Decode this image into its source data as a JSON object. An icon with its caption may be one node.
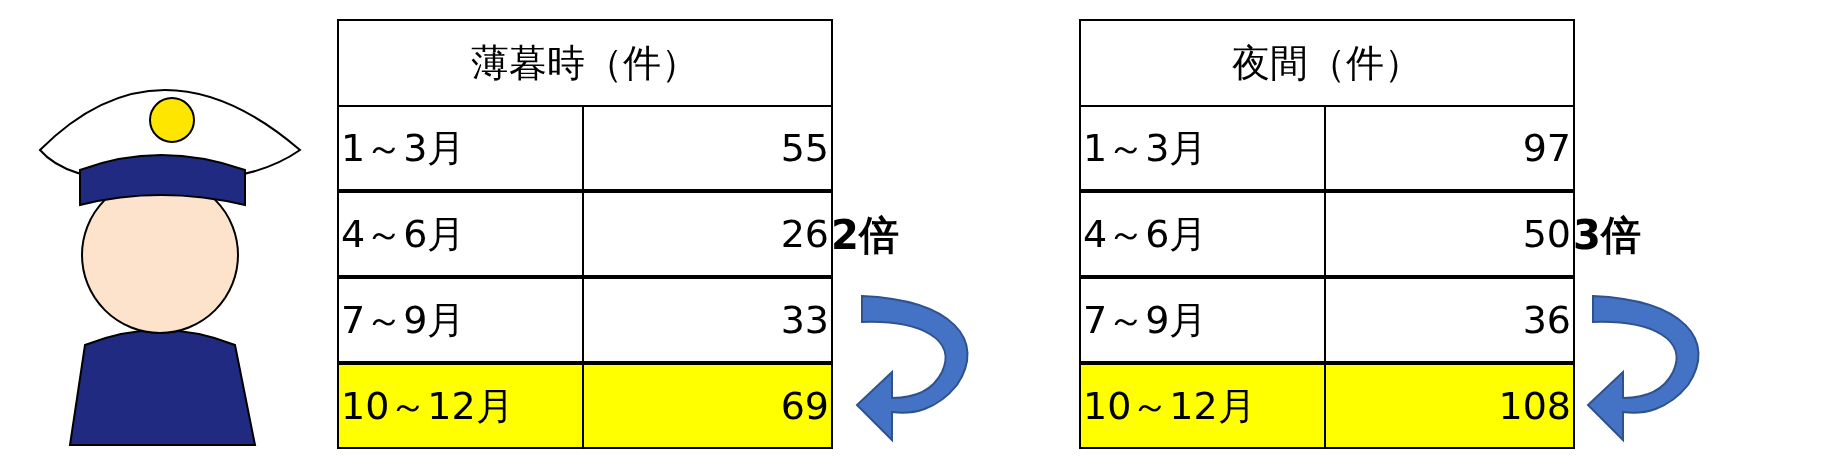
{
  "diagram": {
    "labels": [
      "薄暮時（件）",
      "1～3月",
      "55",
      "4～6月",
      "26",
      "7～9月",
      "33",
      "10～12月",
      "69",
      "2倍",
      "夜間（件）",
      "1～3月",
      "97",
      "4～6月",
      "50",
      "7～9月",
      "36",
      "10～12月",
      "108",
      "3倍"
    ]
  }
}
